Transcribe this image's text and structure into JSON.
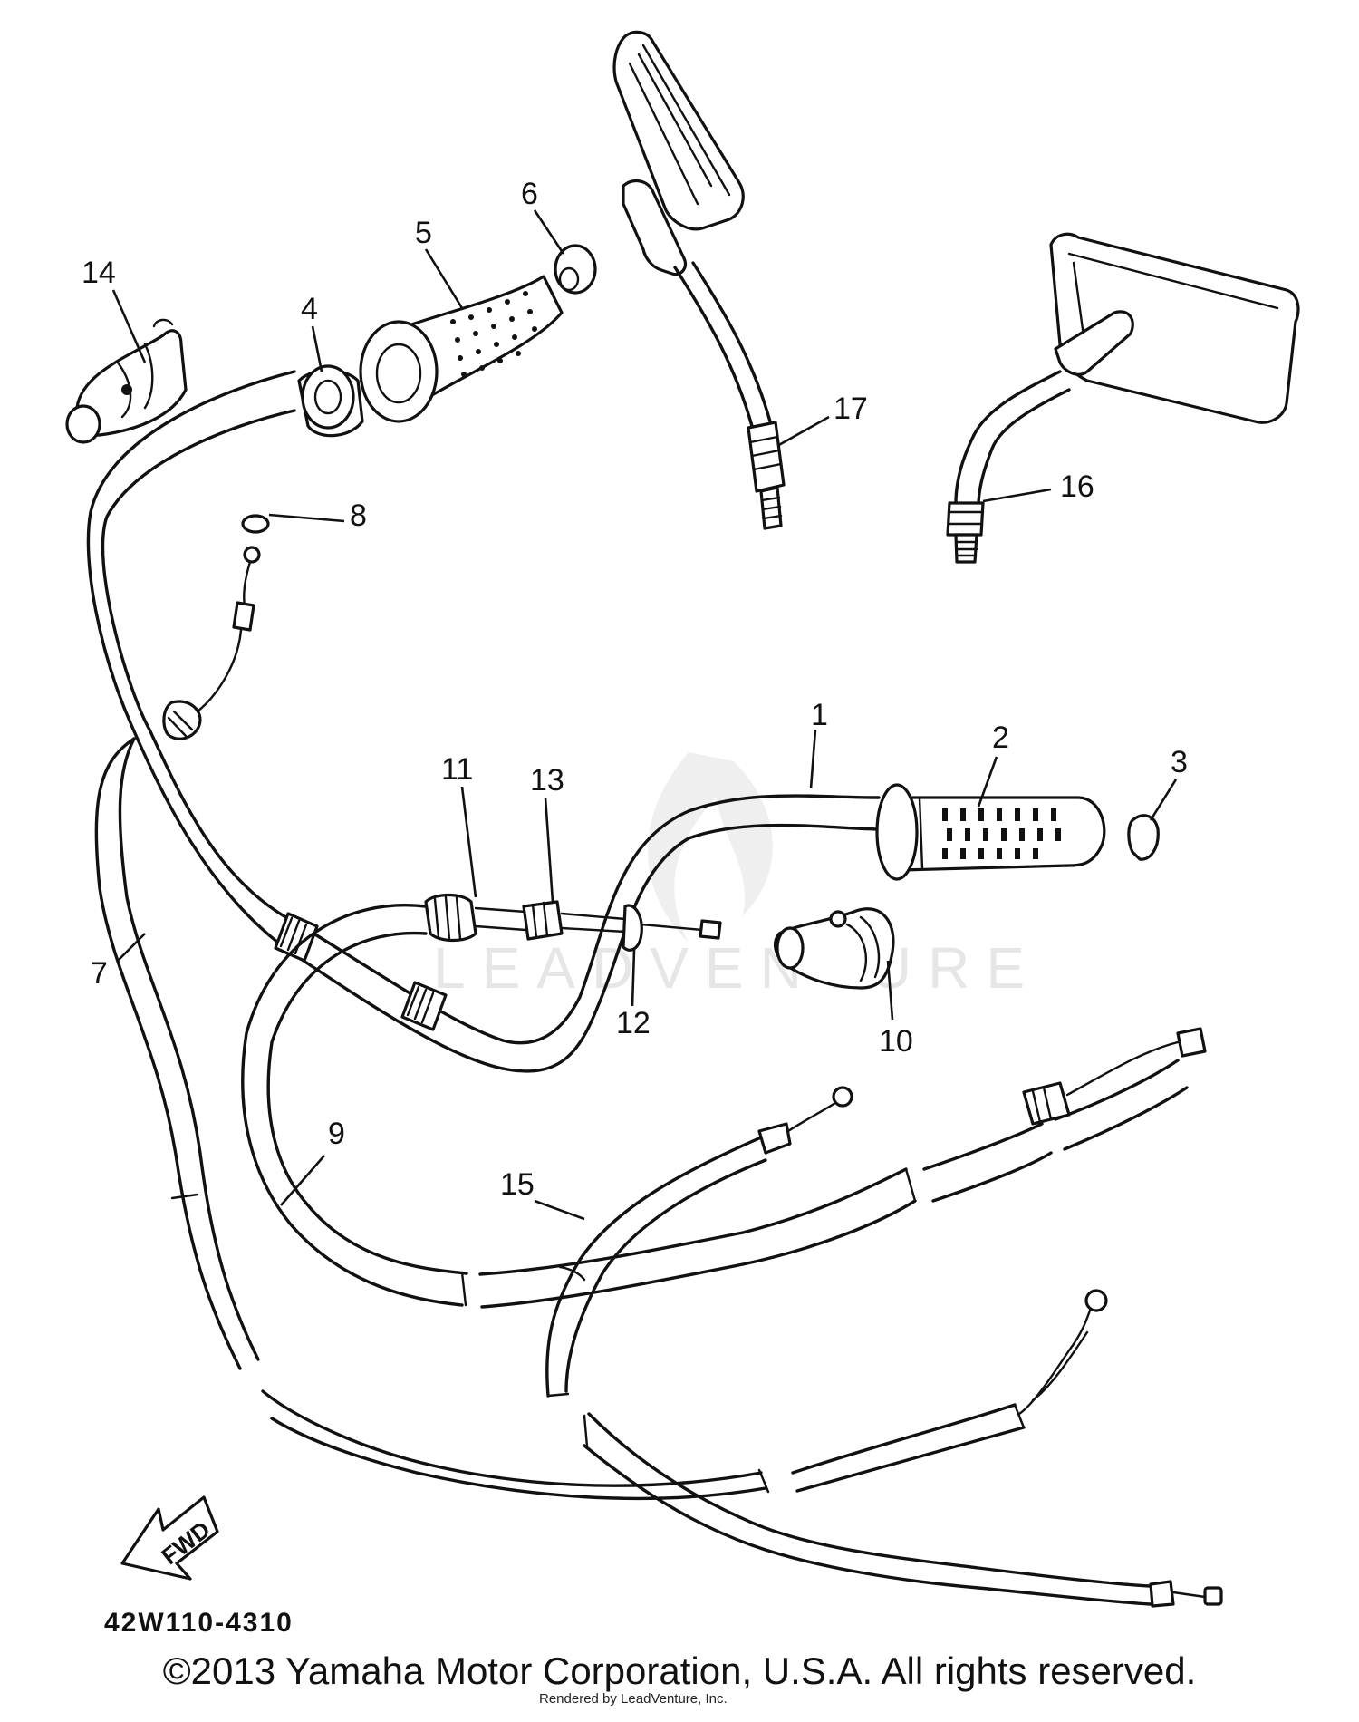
{
  "diagram": {
    "part_callouts": [
      "1",
      "2",
      "3",
      "4",
      "5",
      "6",
      "7",
      "8",
      "9",
      "10",
      "11",
      "12",
      "13",
      "14",
      "15",
      "16",
      "17"
    ],
    "direction_label": "FWD",
    "diagram_code": "42W110-4310",
    "watermark": "LEADVENTURE",
    "copyright": "©2013 Yamaha Motor Corporation, U.S.A. All rights reserved.",
    "rendered_by": "Rendered by LeadVenture, Inc."
  }
}
